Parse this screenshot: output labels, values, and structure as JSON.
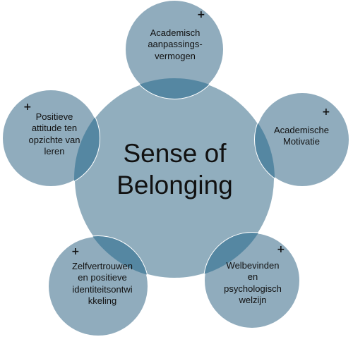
{
  "center": {
    "lines": [
      "Sense of",
      "Belonging"
    ]
  },
  "satellites": [
    {
      "key": "top",
      "lines": [
        "Academisch",
        "aanpassings-",
        "vermogen"
      ],
      "marker": "+"
    },
    {
      "key": "right",
      "lines": [
        "Academische",
        "Motivatie"
      ],
      "marker": "+"
    },
    {
      "key": "bottom-right",
      "lines": [
        "Welbevinden",
        "en",
        "psychologisch",
        "welzijn"
      ],
      "marker": "+"
    },
    {
      "key": "bottom-left",
      "lines": [
        "Zelfvertrouwen",
        "en positieve",
        "identiteitsontwi",
        "kkeling"
      ],
      "marker": "+"
    },
    {
      "key": "left",
      "lines": [
        "Positieve",
        "attitude ten",
        "opzichte van",
        "leren"
      ],
      "marker": "+"
    }
  ],
  "colors": {
    "main_fill": "#91aebe",
    "main_stroke": "#ffffff",
    "satellite_fill": "#90acbd",
    "overlap_fill": "#5587a2",
    "text": "#111111"
  }
}
